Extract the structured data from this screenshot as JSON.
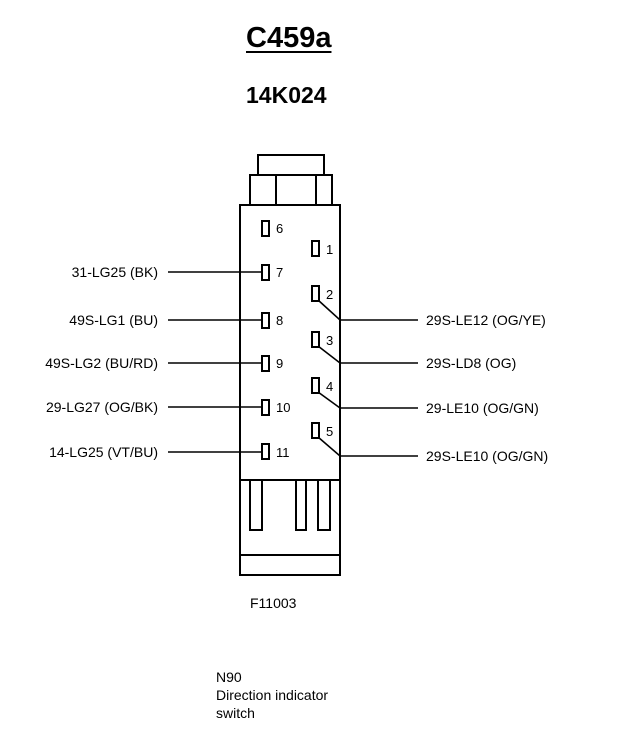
{
  "title": "C459a",
  "part_number": "14K024",
  "figure_id": "F11003",
  "caption": {
    "code": "N90",
    "line1": "Direction indicator",
    "line2": "switch"
  },
  "left_pins": [
    {
      "pin": "6",
      "wire": ""
    },
    {
      "pin": "7",
      "wire": "31-LG25 (BK)"
    },
    {
      "pin": "8",
      "wire": "49S-LG1 (BU)"
    },
    {
      "pin": "9",
      "wire": "49S-LG2 (BU/RD)"
    },
    {
      "pin": "10",
      "wire": "29-LG27 (OG/BK)"
    },
    {
      "pin": "11",
      "wire": "14-LG25 (VT/BU)"
    }
  ],
  "right_pins": [
    {
      "pin": "1",
      "wire": ""
    },
    {
      "pin": "2",
      "wire": "29S-LE12 (OG/YE)"
    },
    {
      "pin": "3",
      "wire": "29S-LD8 (OG)"
    },
    {
      "pin": "4",
      "wire": "29-LE10 (OG/GN)"
    },
    {
      "pin": "5",
      "wire": "29S-LE10 (OG/GN)"
    }
  ]
}
